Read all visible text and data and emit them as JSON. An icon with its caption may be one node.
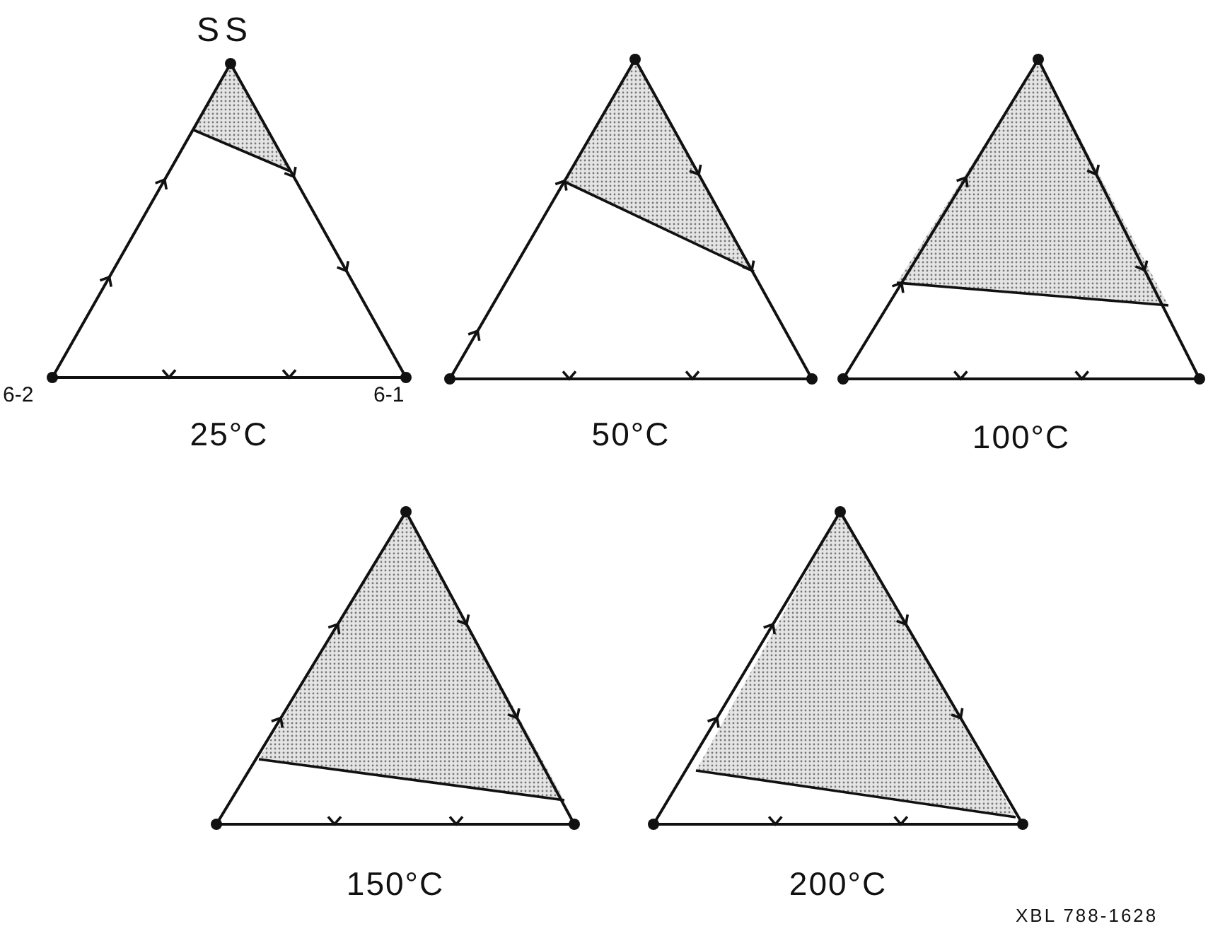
{
  "diagram": {
    "nodes": [
      {
        "text": [
          "25°C"
        ]
      },
      {
        "text": [
          "50°C"
        ]
      },
      {
        "text": [
          "100°C"
        ]
      },
      {
        "text": [
          "150°C"
        ]
      },
      {
        "text": [
          "200°C"
        ]
      }
    ],
    "labels": [
      "SS",
      "6-2",
      "6-1",
      "XBL 788-1628"
    ]
  }
}
